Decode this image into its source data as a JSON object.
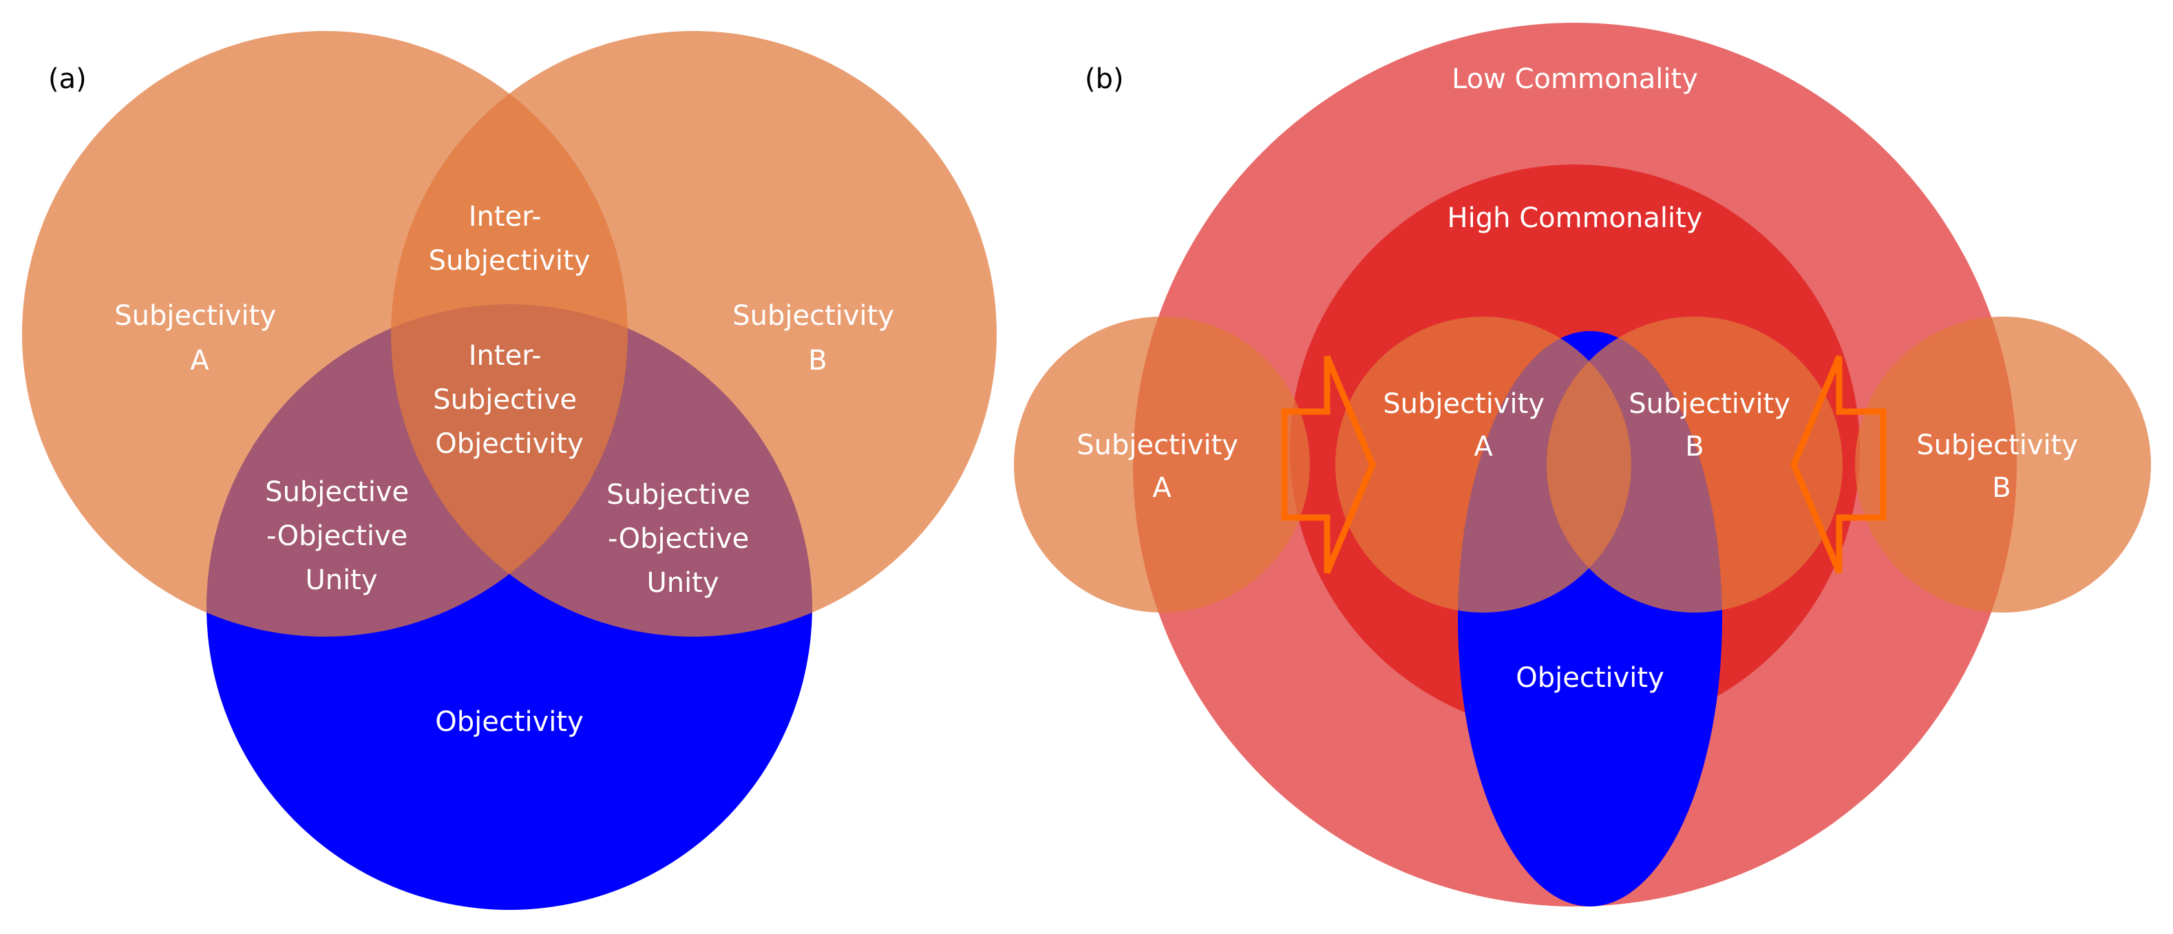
{
  "colors": {
    "subjectivity": "#e1783c",
    "objectivity": "#0000ff",
    "low_commonality": "#e75a5a",
    "high_commonality": "#e01e1e",
    "arrow_stroke": "#ff6a00",
    "label_text": "#ffffff",
    "panel_label_text": "#000000"
  },
  "panel_a": {
    "label": "(a)",
    "subjectivity_a": [
      "Subjectivity",
      "A"
    ],
    "subjectivity_b": [
      "Subjectivity",
      "B"
    ],
    "inter_subjectivity": [
      "Inter-",
      "Subjectivity"
    ],
    "inter_subjective_objectivity": [
      "Inter-",
      "Subjective",
      "Objectivity"
    ],
    "unity_left": [
      "Subjective",
      "-Objective",
      "Unity"
    ],
    "unity_right": [
      "Subjective",
      "-Objective",
      "Unity"
    ],
    "objectivity": "Objectivity"
  },
  "panel_b": {
    "label": "(b)",
    "low_commonality": "Low Commonality",
    "high_commonality": "High Commonality",
    "outer_subjectivity_a": [
      "Subjectivity",
      "A"
    ],
    "outer_subjectivity_b": [
      "Subjectivity",
      "B"
    ],
    "inner_subjectivity_a": [
      "Subjectivity",
      "A"
    ],
    "inner_subjectivity_b": [
      "Subjectivity",
      "B"
    ],
    "objectivity": "Objectivity"
  }
}
